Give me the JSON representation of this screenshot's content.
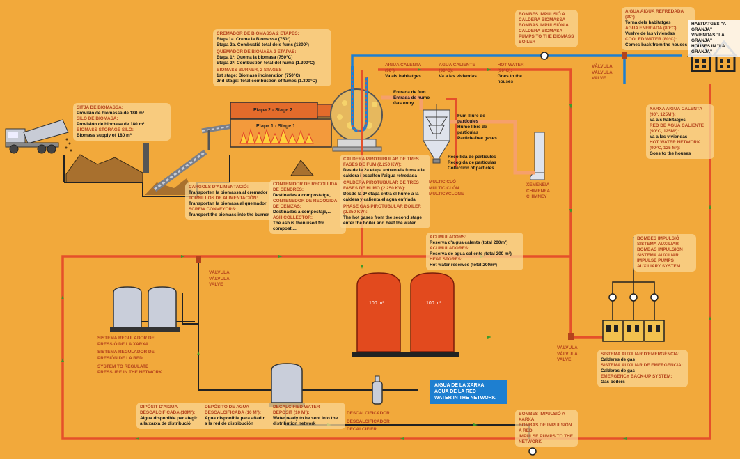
{
  "labels": {
    "biomass_silo": {
      "title1": "Sitja de biomassa:",
      "line1": "Provisió de biomassa de 180 m³",
      "title2": "Silo de biomasa:",
      "line2": "Provisión de biomasa de 180 m³",
      "title3": "Biomass storage silo:",
      "line3": "Biomass supply of 180 m³"
    },
    "cremador": {
      "title1": "Cremador de biomassa 2 etapes:",
      "l1a": "Etapa1a. Crema la Biomassa (750°)",
      "l1b": "Etapa 2a. Combustió total dels fums  (1300°)",
      "title2": "Quemador de biomasa 2 etapas:",
      "l2a": "Etapa 1ª: Quema la biomasa (750°C)",
      "l2b": "Etapa 2ª: Combustión total del humo (1.300°C)",
      "title3": "Biomass burner, 2 stages",
      "l3a": "1st stage: Biomass incineration (750°C)",
      "l3b": "2nd stage: Total combustion of fumes (1.300°C)"
    },
    "conveyors": {
      "title1": "Cargols d'alimentació:",
      "line1": "Transporten la biomassa al cremador",
      "title2": "Tornillos de alimentación:",
      "line2": "Transportan la biomasa al quemador",
      "title3": "Screw conveyors:",
      "line3": "Transport the biomass into the burner"
    },
    "ash": {
      "title1": "Contenidor de recollida de cendres:",
      "line1": "Destinades a compostatge,...",
      "title2": "Contenedor de recogida de cenizas:",
      "line2": "Destinadas a compostaje,...",
      "title3": "Ash collector:",
      "line3": "The ash is then used for compost,..."
    },
    "fume_entry": {
      "l1": "Entrada de fum",
      "l2": "Entrada de humo",
      "l3": "Gas entry"
    },
    "boiler": {
      "title1": "Caldera pirotubular de tres fases de fum (2.250 kW):",
      "line1": "Des de la 2a etapa entren els fums a la caldera i escalfen l'aigua refredada",
      "title2": "Caldera pirotubular de tres fases de humo (2.250 kW):",
      "line2": "Desde la 2ª etapa entra el humo a la caldera y calienta el agua enfriada",
      "title3": "Phase gas pirotubular boiler (2.250 kW):",
      "line3": "The hot gases from the second stage enter the boiler and heat the water"
    },
    "particles": {
      "f1": "Fum lliure de partícules",
      "f2": "Humo libre de partículas",
      "f3": "Particle-free gases",
      "c1": "Recollida de partícules",
      "c2": "Recogida de partículas",
      "c3": "Collection of particles"
    },
    "multicyclone": {
      "l1": "Multicicló",
      "l2": "Multiciclón",
      "l3": "Multicyclone"
    },
    "chimney": {
      "l1": "Xemeneia",
      "l2": "Chimenea",
      "l3": "Chimney"
    },
    "hot_water_top": {
      "a_title": "Aigua calenta (90°)",
      "a_body": "Va als habitatges",
      "b_title": "Agua caliente (90°C):",
      "b_body": "Va a las viviendas",
      "c_title": "Hot water (90°C):",
      "c_body": "Goes to the houses"
    },
    "pumps_boiler": {
      "l1": "Bombes impulsió a caldera biomassa",
      "l2": "Bombas impulsión a caldera biomasa",
      "l3": "Pumps to the biomass boiler"
    },
    "cooled_water": {
      "t1": "Aigua aigua refredada (90°)",
      "b1": "Torna dels habitatges",
      "t2": "Agua enfriada (80°C):",
      "b2": "Vuelve de las viviendas",
      "t3": "Cooled water (80°C):",
      "b3": "Comes back from the houses"
    },
    "houses": {
      "l1": "Habitatges \"a granja\"",
      "l2": "Viviendas \"la granja\"",
      "l3": "Houses in \"la granja\""
    },
    "valve_top": {
      "l1": "Vàlvula",
      "l2": "Válvula",
      "l3": "Valve"
    },
    "network": {
      "t1": "Xarxa aigua calenta (90°, 125m³):",
      "b1": "Va als habitatges",
      "t2": "Red de agua caliente (90°C, 125m³):",
      "b2": "Va a las viviendas",
      "t3": "Hot water network (90°C, 125 m³):",
      "b3": "Goes to the houses"
    },
    "accumulators": {
      "t1": "Acumuladors:",
      "b1": "Reserva d'aigua calenta (total 200m³)",
      "t2": "Acumuladores:",
      "b2": "Reserva de agua caliente (total 200 m³)",
      "t3": "Heat stores:",
      "b3": "Hot water reserves (total 200m³)"
    },
    "pumps_aux": {
      "l1": "Bombes impulsió sistema auxiliar",
      "l2": "Bombas impulsión sistema auxiliar",
      "l3": "Impulse pumps auxiliary system"
    },
    "valve_mid": {
      "l1": "Vàlvula",
      "l2": "Válvula",
      "l3": "Valve"
    },
    "valve_right": {
      "l1": "Vàlvula",
      "l2": "Válvula",
      "l3": "Valve"
    },
    "pressure": {
      "l1": "Sistema regulador de pressió de la xarxa",
      "l2": "Sistema regulador de presión de la red",
      "l3": "System to regulate pressure in the network"
    },
    "emergency": {
      "t1": "Sistema auxiliar d'emergència:",
      "b1": "Calderes de gas",
      "t2": "Sistema auxiliar de emergencia:",
      "b2": "Calderas de gas",
      "t3": "Emergency back-up system:",
      "b3": "Gas boilers"
    },
    "network_water": {
      "l1": "Aigua de la xarxa",
      "l2": "Agua de la red",
      "l3": "Water in the network"
    },
    "descal_tank": {
      "t1": "Dipòsit d'aigua descalcificada (10m³):",
      "b1": "Aigua disponible per afegir a la xarxa de distribució",
      "t2": "Depósito de agua descalcificada (10 m³):",
      "b2": "Agua disponible para añadir a la red de distribución",
      "t3": "Decalcified water deposit (10 m³):",
      "b3": "Water ready to be sent into the distribution network"
    },
    "descalcifier": {
      "l1": "Descalcificador",
      "l2": "Descalcificador",
      "l3": "Decalcifier"
    },
    "pumps_network": {
      "l1": "Bombes impulsió a xarxa",
      "l2": "Bombas de impulsión a red",
      "l3": "Impulse pumps to the network"
    }
  },
  "stages": {
    "stage2": "Etapa 2 - Stage 2",
    "stage1": "Etapa 1 - Stage 1"
  },
  "tanks": {
    "tank1": "100 m³",
    "tank2": "100 m³"
  },
  "colors": {
    "background": "#F2A93B",
    "hot_pipe": "#E5502A",
    "cold_pipe": "#1E7FD0",
    "flow_arrow": "#3F9A2B",
    "title_text": "#B4431C",
    "tank_red": "#E24A1E",
    "vessel_grey": "#C9CEDA"
  }
}
